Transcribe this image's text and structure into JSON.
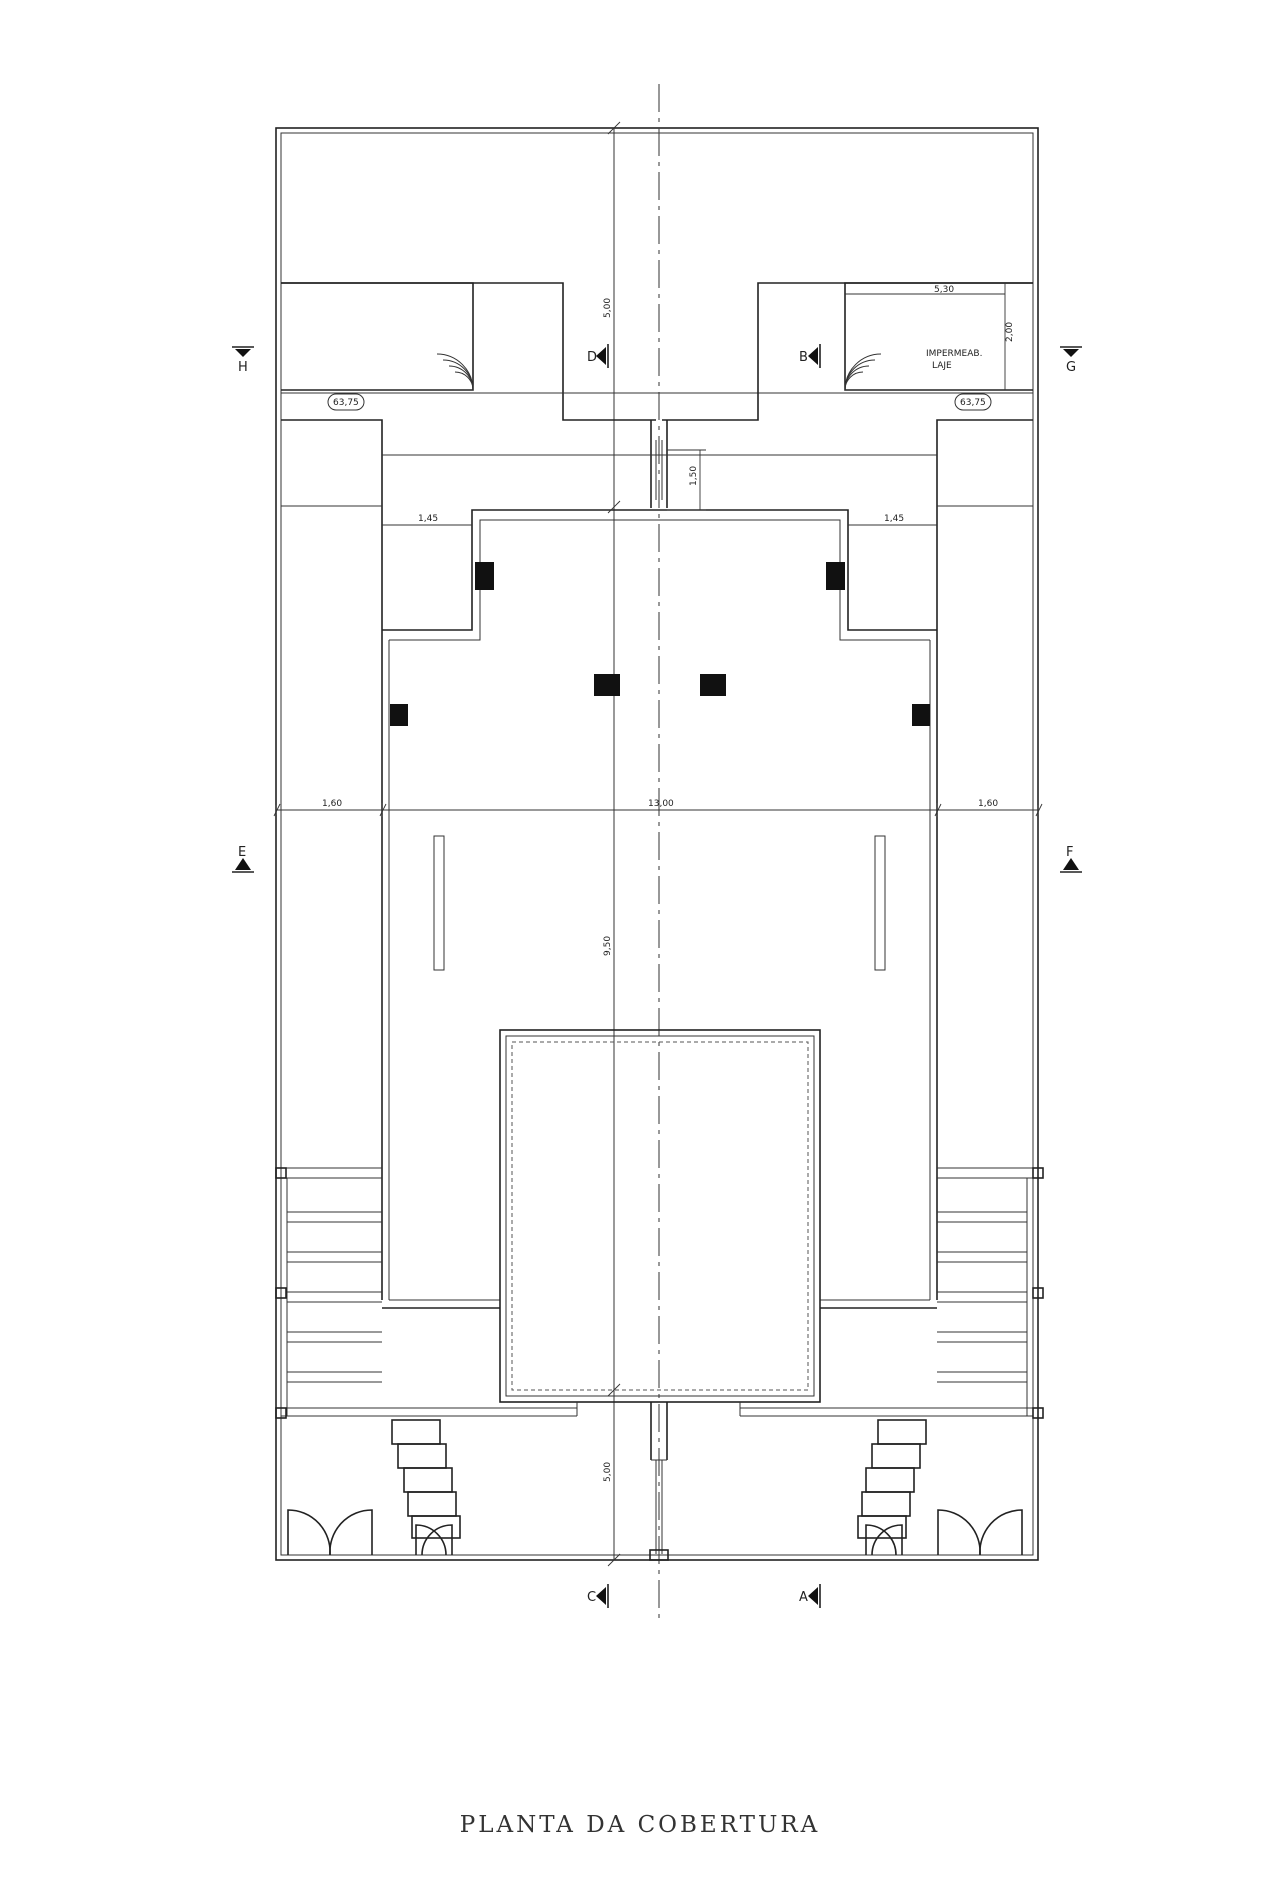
{
  "drawing": {
    "title": "PLANTA DA COBERTURA",
    "section_markers": [
      "A",
      "B",
      "C",
      "D",
      "E",
      "F",
      "G",
      "H"
    ],
    "levels": [
      "63,75",
      "63,75"
    ],
    "room_label": [
      "IMPERMEAB.",
      "LAJE"
    ],
    "dimensions": {
      "top_center": "5,00",
      "box_width": "5,30",
      "box_height": "2,00",
      "neck": "1,50",
      "left_step": "1,45",
      "right_step": "1,45",
      "left_wing": "1,60",
      "center_width": "13,00",
      "right_wing": "1,60",
      "center_depth": "9,50",
      "bottom_center": "5,00"
    }
  }
}
